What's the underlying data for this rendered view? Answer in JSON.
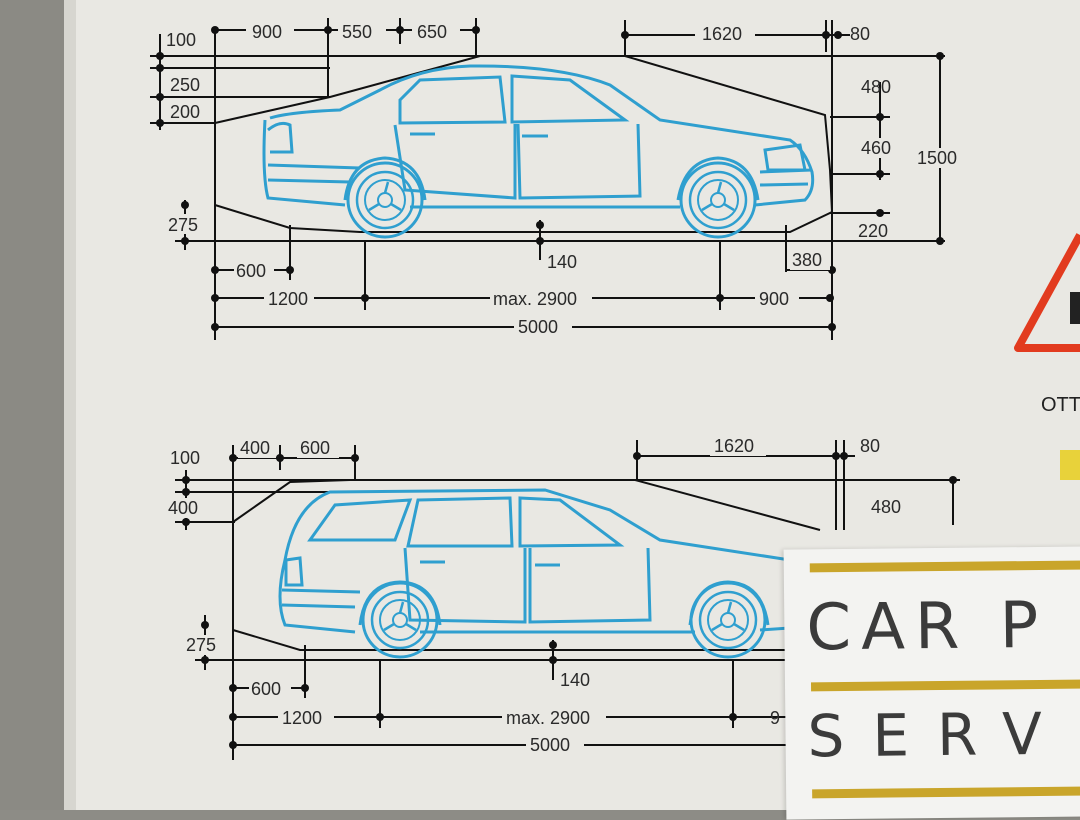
{
  "sedan": {
    "dims_top": [
      "100",
      "900",
      "550",
      "650",
      "1620",
      "80"
    ],
    "dims_left": [
      "250",
      "200",
      "275"
    ],
    "dims_right": [
      "480",
      "460",
      "1500",
      "220",
      "380"
    ],
    "dims_bottom": [
      "600",
      "140",
      "1200",
      "max. 2900",
      "900",
      "5000"
    ]
  },
  "wagon": {
    "dims_top": [
      "100",
      "400",
      "600",
      "1620",
      "80",
      "480"
    ],
    "dims_left": [
      "400",
      "275"
    ],
    "dims_bottom": [
      "600",
      "140",
      "1200",
      "max. 2900",
      "9",
      "5000"
    ]
  },
  "warning": {
    "text": "OTT"
  },
  "sign": {
    "line1": "CAR P",
    "line2": "SERV"
  },
  "colors": {
    "car_outline": "#2f9fcf",
    "dimension_lines": "#111111",
    "warning_red": "#e23b1f",
    "stripe_gold": "#c9a52b"
  }
}
